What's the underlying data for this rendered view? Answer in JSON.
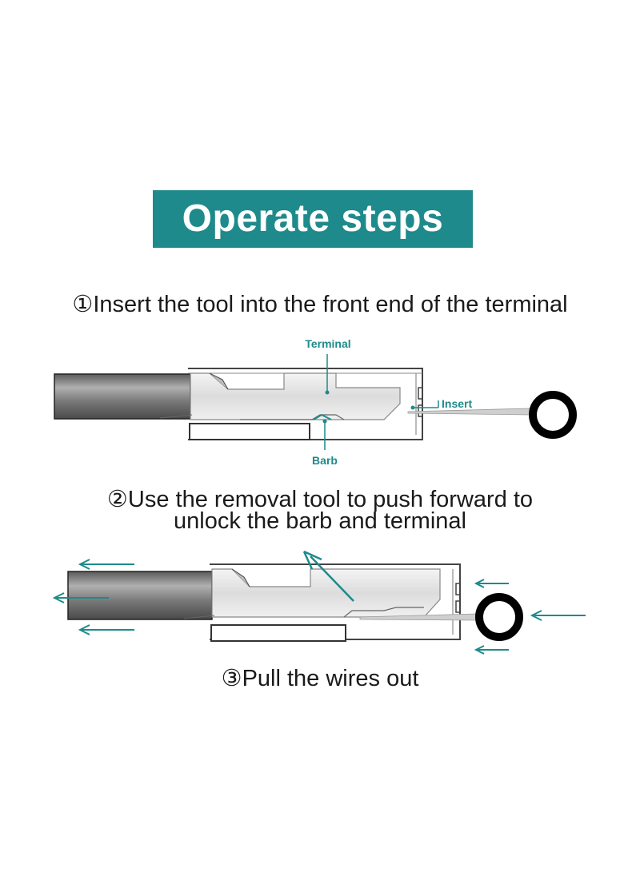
{
  "title": "Operate steps",
  "steps": [
    {
      "text": "①Insert the tool into the front end of the terminal"
    },
    {
      "line1": "②Use the removal tool to push forward to",
      "line2": "unlock the barb and terminal"
    },
    {
      "text": "③Pull the wires out"
    }
  ],
  "diagram1": {
    "label_terminal": "Terminal",
    "label_insert": "Insert",
    "label_barb": "Barb"
  },
  "colors": {
    "accent": "#1e8a8b",
    "text": "#1a1a1a",
    "ring": "#000000"
  },
  "icons": [
    "arrow-left-icon",
    "ring-tool-icon"
  ]
}
